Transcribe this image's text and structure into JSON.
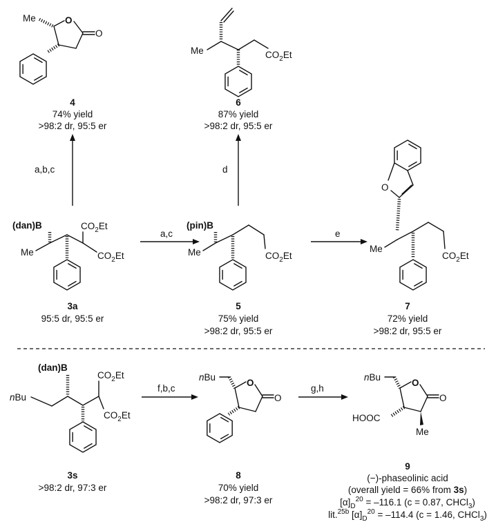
{
  "groups": {
    "me": "Me",
    "dan_b": "(dan)B",
    "pin_b": "(pin)B",
    "o": "O",
    "n": "n",
    "bu": "Bu",
    "hooc": "HOOC",
    "co": "CO",
    "two": "2",
    "et": "Et"
  },
  "compounds": {
    "c4": {
      "label": "4",
      "yield": "74% yield",
      "sel": ">98:2 dr, 95:5 er"
    },
    "c6": {
      "label": "6",
      "yield": "87% yield",
      "sel": ">98:2 dr, 95:5 er"
    },
    "c3a": {
      "label": "3a",
      "sel": "95:5 dr, 95:5 er"
    },
    "c5": {
      "label": "5",
      "yield": "75% yield",
      "sel": ">98:2 dr, 95:5 er"
    },
    "c7": {
      "label": "7",
      "yield": "72% yield",
      "sel": ">98:2 dr, 95:5 er"
    },
    "c3s": {
      "label": "3s",
      "sel": ">98:2 dr, 97:3 er"
    },
    "c8": {
      "label": "8",
      "yield": "70% yield",
      "sel": ">98:2 dr, 97:3 er"
    },
    "c9": {
      "label": "9",
      "name": "(−)-phaseolinic acid",
      "overall_pre": "(overall yield = 66% from ",
      "overall_bold": "3s",
      "overall_post": ")",
      "rot1_a": "[α]",
      "rot1_d": "D",
      "rot1_t": "20",
      "rot1_b": " = –116.1 (c = 0.87, CHCl",
      "rot1_3": "3",
      "rot1_c": ")",
      "rot2_lit": "lit.",
      "rot2_ref": "25b",
      "rot2_a": " [α]",
      "rot2_d": "D",
      "rot2_t": "20",
      "rot2_b": " = –114.4 (c = 1.46, CHCl",
      "rot2_3": "3",
      "rot2_c": ")"
    }
  },
  "reagents": {
    "up_left": "a,b,c",
    "up_mid": "d",
    "right_1": "a,c",
    "right_2": "e",
    "bottom_1": "f,b,c",
    "bottom_2": "g,h"
  }
}
